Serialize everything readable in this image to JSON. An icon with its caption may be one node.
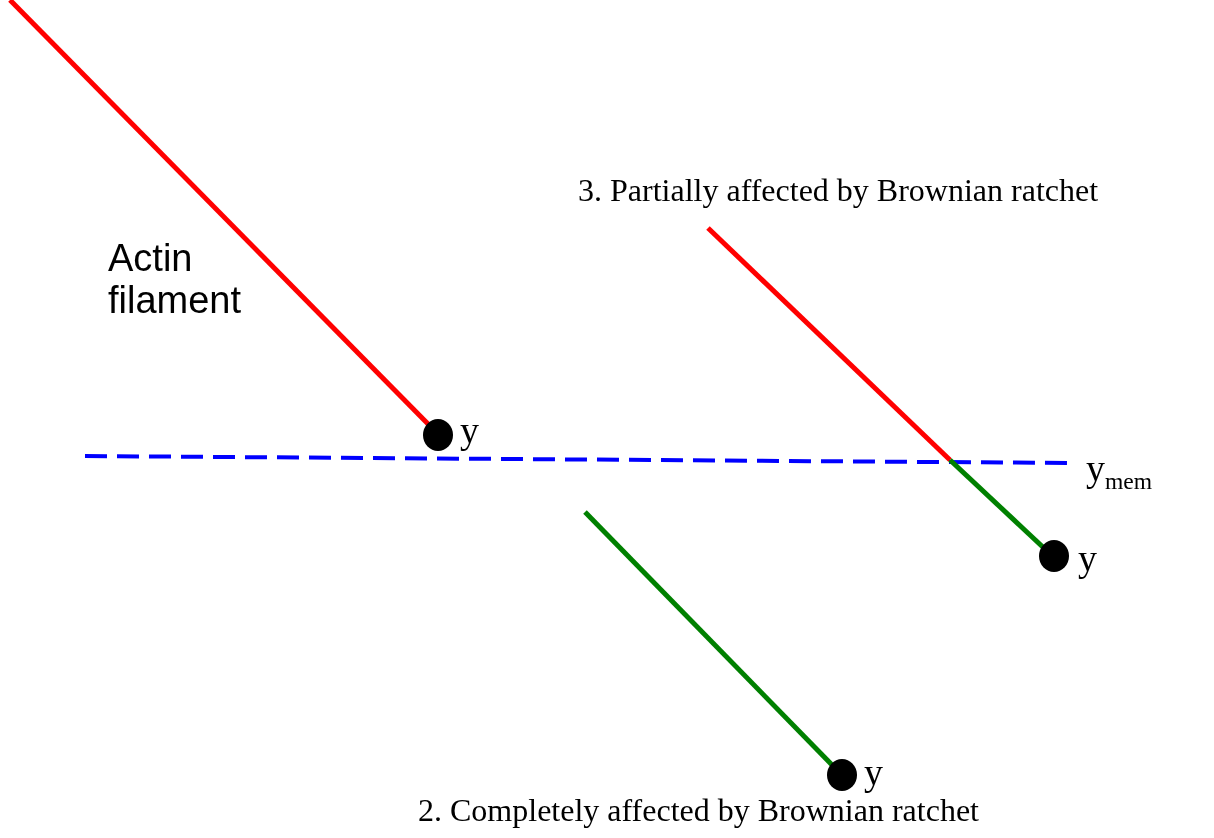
{
  "diagram": {
    "labels": [
      "3. Partially affected by Brownian ratchet",
      "Actin filament",
      "y",
      "y$_{mem}$",
      "y",
      "y",
      "2. Completely affected by Brownian ratchet"
    ]
  }
}
